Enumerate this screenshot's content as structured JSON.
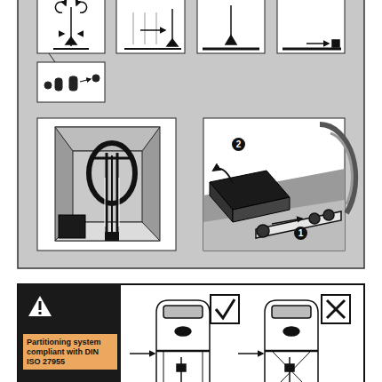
{
  "diagram": {
    "nodes": [
      {
        "text": [
          "Partitioning system compliant with DIN ISO 27955"
        ]
      }
    ],
    "labels": [
      "2",
      "1"
    ]
  }
}
